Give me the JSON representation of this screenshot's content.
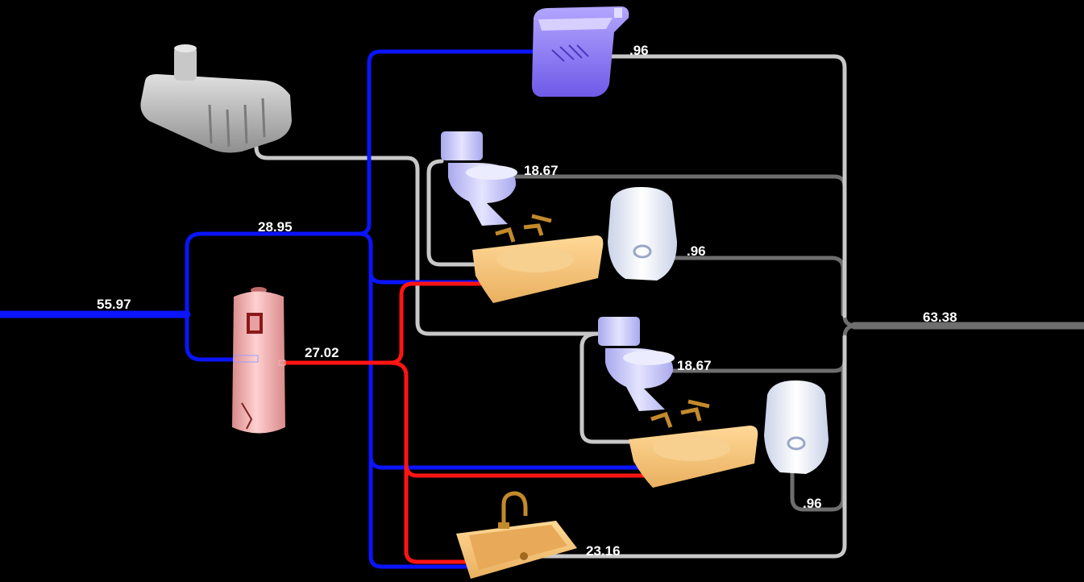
{
  "colors": {
    "background": "#000000",
    "cold_water": "#0a14ff",
    "hot_water": "#ff1414",
    "rainwater": "#c8c8c8",
    "wastewater": "#6e6e6e",
    "fountain": "#8f7cff",
    "toilet": "#c9c9ff",
    "sink": "#f3c07a",
    "urinal": "#f2f6ff",
    "heater": "#f7b0b0",
    "tank": "#b8b8b8"
  },
  "icons": {
    "cistern": "rainwater-cistern-icon",
    "fountain": "drinking-fountain-icon",
    "heater": "water-heater-icon",
    "toilet": "toilet-icon",
    "sink": "bathroom-sink-icon",
    "urinal": "urinal-icon",
    "kitchen_sink": "kitchen-sink-icon"
  },
  "flows": {
    "supply_total": "55.97",
    "cold_branch": "28.95",
    "hot_branch": "27.02",
    "fountain_out": ".96",
    "toilet1_out": "18.67",
    "urinal1_out": ".96",
    "toilet2_out": "18.67",
    "urinal2_out": ".96",
    "kitchen_out": "23.16",
    "drain_total": "63.38"
  }
}
